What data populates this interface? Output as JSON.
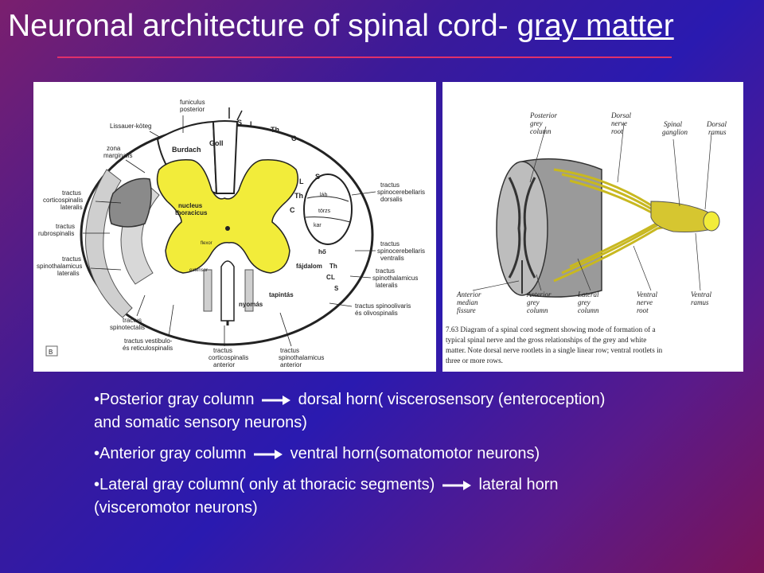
{
  "slide": {
    "title_prefix": "Neuronal architecture of spinal cord- ",
    "title_link": "gray matter"
  },
  "left_figure": {
    "labels": {
      "funiculus": "funiculus",
      "posterior": "posterior",
      "lissauer": "Lissauer-köteg",
      "zona": "zona",
      "marginalis": "marginalis",
      "goll": "Goll",
      "burdach": "Burdach",
      "s1": "S",
      "l1": "L",
      "th1": "Th",
      "c1": "C",
      "s2": "S",
      "l2": "L",
      "th2": "Th",
      "c2": "C",
      "nucleus": "nucleus",
      "thoracicus": "thoracicus",
      "tract_cs_lat_1": "tractus",
      "tract_cs_lat_2": "corticospinalis",
      "tract_cs_lat_3": "lateralis",
      "tract_rs_1": "tractus",
      "tract_rs_2": "rubrospinalis",
      "tract_stl_1": "tractus",
      "tract_stl_2": "spinothalamicus",
      "tract_stl_3": "lateralis",
      "tract_sct_1": "tractus",
      "tract_sct_2": "spinotectalis",
      "tract_vs_1": "tractus vestibulo-",
      "tract_vs_2": "és reticulospinalis",
      "tract_csa_1": "tractus",
      "tract_csa_2": "corticospinalis",
      "tract_csa_3": "anterior",
      "tract_sta_1": "tractus",
      "tract_sta_2": "spinothalamicus",
      "tract_sta_3": "anterior",
      "tract_scd_1": "tractus",
      "tract_scd_2": "spinocerebellaris",
      "tract_scd_3": "dorsalis",
      "tract_scv_1": "tractus",
      "tract_scv_2": "spinocerebellaris",
      "tract_scv_3": "ventralis",
      "tract_stl2_1": "tractus",
      "tract_stl2_2": "spinothalamicus",
      "tract_stl2_3": "lateralis",
      "tract_so_1": "tractus spinoolivaris",
      "tract_so_2": "és olivospinalis",
      "tapintas": "tapintás",
      "nyomas": "nyomás",
      "ho": "hő",
      "fajdalom": "fájdalom",
      "th3": "Th",
      "c3": "C",
      "l3": "L",
      "s3": "S",
      "labb": "láb",
      "torzs": "törzs",
      "kar": "kar",
      "flexor": "flexor",
      "extensor": "extensor",
      "corner": "B"
    }
  },
  "right_figure": {
    "labels": {
      "posterior_1": "Posterior",
      "posterior_2": "grey",
      "posterior_3": "column",
      "dorsal_1": "Dorsal",
      "dorsal_2": "nerve",
      "dorsal_3": "root",
      "spinal_1": "Spinal",
      "spinal_2": "ganglion",
      "dramus_1": "Dorsal",
      "dramus_2": "ramus",
      "amf_1": "Anterior",
      "amf_2": "median",
      "amf_3": "fissure",
      "agc_1": "Anterior",
      "agc_2": "grey",
      "agc_3": "column",
      "lgc_1": "Lateral",
      "lgc_2": "grey",
      "lgc_3": "column",
      "vnr_1": "Ventral",
      "vnr_2": "nerve",
      "vnr_3": "root",
      "vramus_1": "Ventral",
      "vramus_2": "ramus",
      "caption_1": "7.63   Diagram of a spinal cord segment showing mode of formation of a",
      "caption_2": "typical spinal nerve and the gross relationships of the grey and white",
      "caption_3": "matter. Note dorsal nerve rootlets in a single linear row; ventral rootlets in",
      "caption_4": "three or more rows."
    }
  },
  "bullets": [
    {
      "before": "•Posterior gray column",
      "after": "dorsal horn( viscerosensory (enteroception) and somatic sensory  neurons)"
    },
    {
      "before": "•Anterior gray column",
      "after": "ventral horn(somatomotor neurons)"
    },
    {
      "before": "•Lateral gray column( only at thoracic segments)",
      "after": "lateral horn (visceromotor neurons)"
    }
  ],
  "colors": {
    "title_rule": "#e0306a",
    "gray_matter_yellow": "#f2ec3a",
    "nerve_yellow": "#c8b820"
  }
}
